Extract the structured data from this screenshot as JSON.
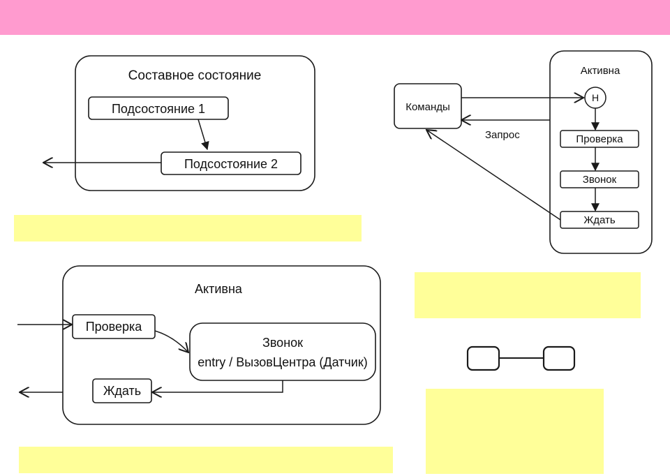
{
  "colors": {
    "header_bar": "#ff9bcf",
    "note_bar": "#ffff99",
    "stroke": "#1a1a1a"
  },
  "composite_state": {
    "title": "Составное состояние",
    "substate_1": "Подсостояние 1",
    "substate_2": "Подсостояние 2"
  },
  "history_diagram": {
    "container_title": "Активна",
    "commands_label": "Команды",
    "request_label": "Запрос",
    "history_marker": "H",
    "check_state": "Проверка",
    "call_state": "Звонок",
    "wait_state": "Ждать"
  },
  "active_diagram": {
    "container_title": "Активна",
    "check_state": "Проверка",
    "call_state_name": "Звонок",
    "call_state_action": "entry / ВызовЦентра (Датчик)",
    "wait_state": "Ждать"
  },
  "icons": [
    "two-states-connected-icon"
  ]
}
